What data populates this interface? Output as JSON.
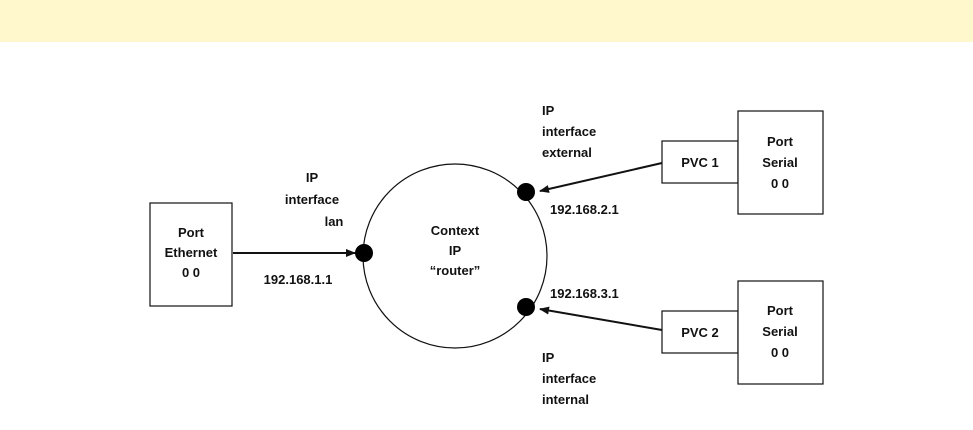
{
  "colors": {
    "banner": "#fff8cc",
    "stroke": "#111111",
    "node": "#000000"
  },
  "ports": {
    "ethernet": [
      "Port",
      "Ethernet",
      "0 0"
    ],
    "serial_top": [
      "Port",
      "Serial",
      "0 0"
    ],
    "serial_bottom": [
      "Port",
      "Serial",
      "0 0"
    ]
  },
  "context": [
    "Context",
    "IP",
    "“router”"
  ],
  "pvc": {
    "top": "PVC 1",
    "bottom": "PVC 2"
  },
  "interfaces": {
    "lan": [
      "IP",
      "interface",
      "lan"
    ],
    "external": [
      "IP",
      "interface",
      "external"
    ],
    "internal": [
      "IP",
      "interface",
      "internal"
    ]
  },
  "addresses": {
    "lan": "192.168.1.1",
    "external": "192.168.2.1",
    "internal": "192.168.3.1"
  }
}
